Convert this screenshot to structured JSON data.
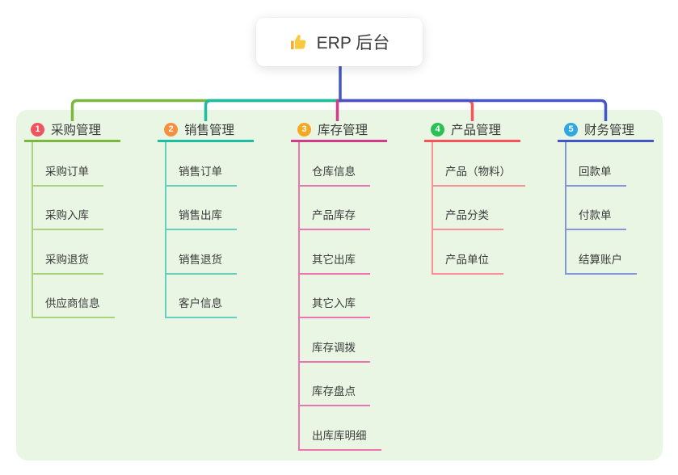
{
  "root": {
    "icon": "thumbs-up",
    "label": "ERP 后台"
  },
  "colors": {
    "root_line": "#4456c7",
    "panel_bg": "#e8f6e3",
    "card_bg": "#ffffff",
    "text": "#3b3b3b"
  },
  "branches": [
    {
      "index": "1",
      "label": "采购管理",
      "badge_color": "#f0555f",
      "line_color": "#7db83e",
      "child_line_color": "#a9d37f",
      "children": [
        "采购订单",
        "采购入库",
        "采购退货",
        "供应商信息"
      ]
    },
    {
      "index": "2",
      "label": "销售管理",
      "badge_color": "#f78f3f",
      "line_color": "#1dbda3",
      "child_line_color": "#66d0bd",
      "children": [
        "销售订单",
        "销售出库",
        "销售退货",
        "客户信息"
      ]
    },
    {
      "index": "3",
      "label": "库存管理",
      "badge_color": "#f7a823",
      "line_color": "#d23d8b",
      "child_line_color": "#ef74b1",
      "children": [
        "仓库信息",
        "产品库存",
        "其它出库",
        "其它入库",
        "库存调拨",
        "库存盘点",
        "出库库明细"
      ]
    },
    {
      "index": "4",
      "label": "产品管理",
      "badge_color": "#2bbf57",
      "line_color": "#f8525b",
      "child_line_color": "#fb9094",
      "children": [
        "产品（物料）",
        "产品分类",
        "产品单位"
      ]
    },
    {
      "index": "5",
      "label": "财务管理",
      "badge_color": "#2fa7e0",
      "line_color": "#4456c7",
      "child_line_color": "#8497dd",
      "children": [
        "回款单",
        "付款单",
        "结算账户"
      ]
    }
  ]
}
